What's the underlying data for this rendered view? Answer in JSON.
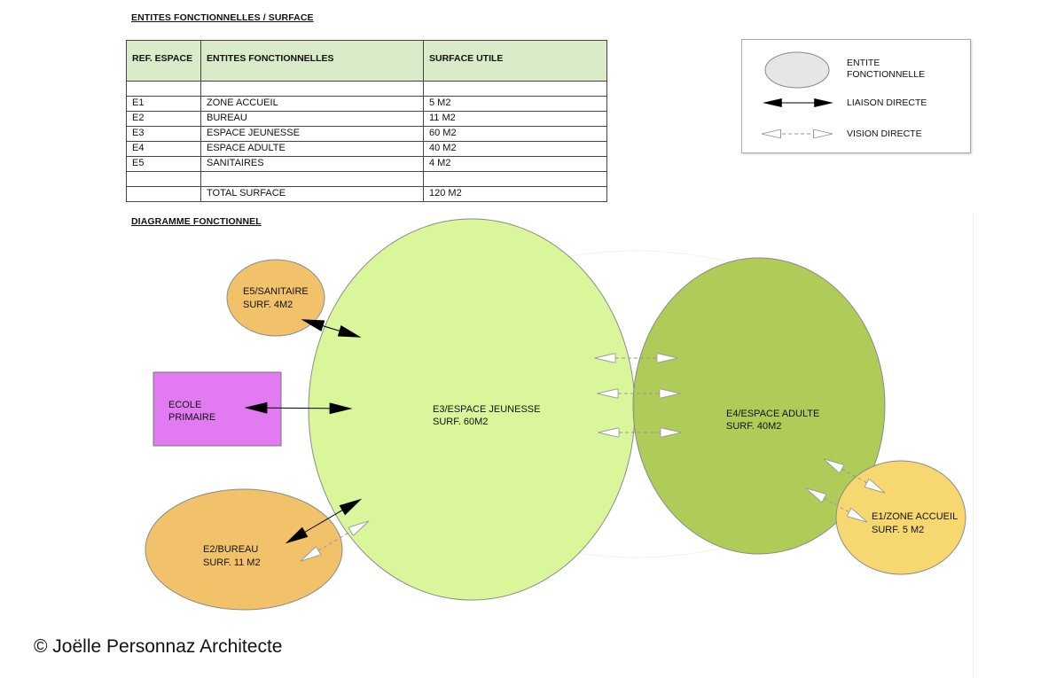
{
  "table_section": {
    "heading": "ENTITES FONCTIONNELLES / SURFACE",
    "columns": [
      "REF. ESPACE",
      "ENTITES FONCTIONNELLES",
      "SURFACE UTILE"
    ],
    "rows": [
      [
        "",
        "",
        ""
      ],
      [
        "E1",
        "ZONE ACCUEIL",
        "5 M2"
      ],
      [
        "E2",
        "BUREAU",
        "11 M2"
      ],
      [
        "E3",
        "ESPACE JEUNESSE",
        "60 M2"
      ],
      [
        "E4",
        "ESPACE ADULTE",
        "40 M2"
      ],
      [
        "E5",
        "SANITAIRES",
        "4 M2"
      ],
      [
        "",
        "",
        ""
      ],
      [
        "",
        "TOTAL SURFACE",
        "120 M2"
      ]
    ]
  },
  "legend": {
    "entity_label": [
      "ENTITE",
      "FONCTIONNELLE"
    ],
    "direct_link_label": "LIAISON DIRECTE",
    "direct_view_label": "VISION DIRECTE"
  },
  "diagram": {
    "heading": "DIAGRAMME FONCTIONNEL",
    "nodes": {
      "e5": [
        "E5/SANITAIRE",
        "SURF. 4M2"
      ],
      "ecole": [
        "ECOLE",
        "PRIMAIRE"
      ],
      "e2": [
        "E2/BUREAU",
        "SURF. 11 M2"
      ],
      "e3": [
        "E3/ESPACE JEUNESSE",
        "SURF. 60M2"
      ],
      "e4": [
        "E4/ESPACE ADULTE",
        "SURF. 40M2"
      ],
      "e1": [
        "E1/ZONE ACCUEIL",
        "SURF. 5 M2"
      ]
    },
    "colors": {
      "e3": "#d9f79a",
      "e4": "#a8c84a",
      "orange": "#f2c26a",
      "e1": "#f7d870",
      "ecole": "#e27af2"
    }
  },
  "copyright": "© Joëlle Personnaz Architecte"
}
